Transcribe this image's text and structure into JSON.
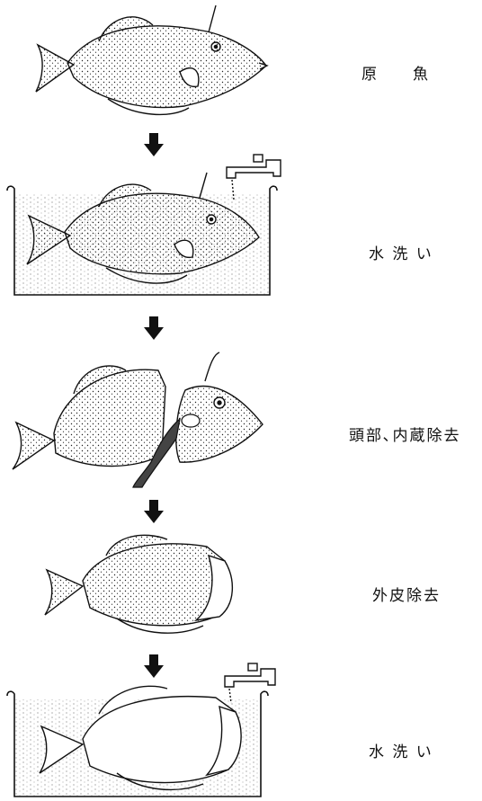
{
  "steps": [
    {
      "label": "原　　魚"
    },
    {
      "label": "水 洗 い"
    },
    {
      "label": "頭部､内蔵除去"
    },
    {
      "label": "外皮除去"
    },
    {
      "label": "水 洗 い"
    }
  ]
}
